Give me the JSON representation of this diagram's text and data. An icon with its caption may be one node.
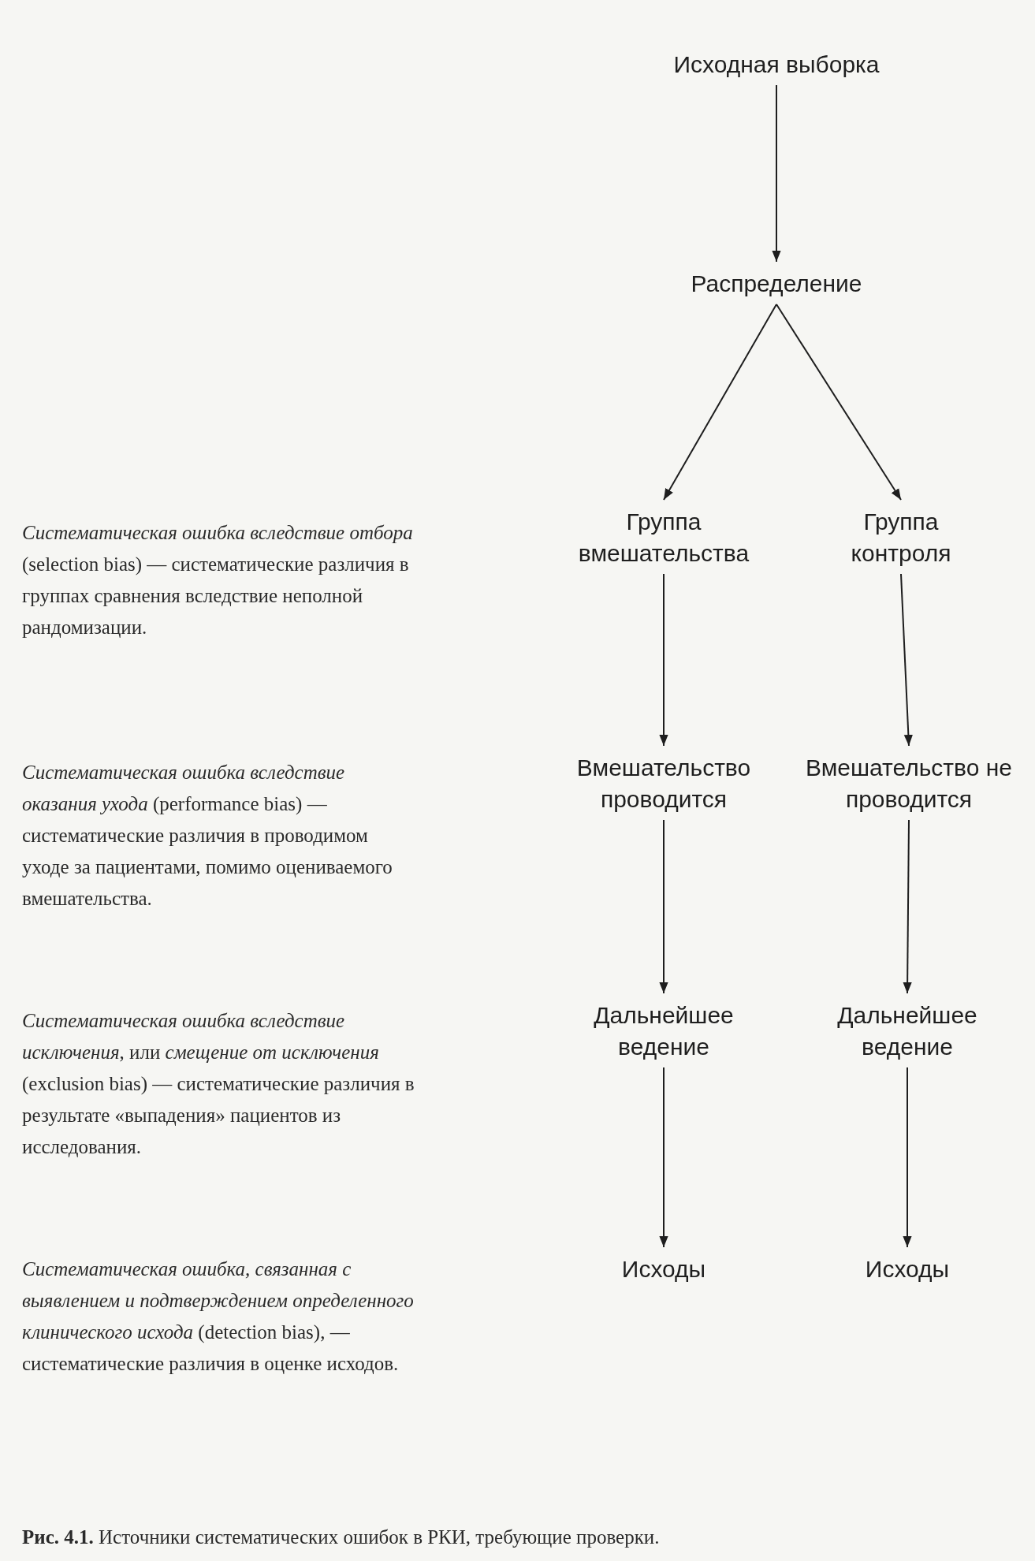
{
  "diagram": {
    "caption": "**Рис. 4.1.** Источники систематических ошибок в РКИ, требующие проверки.",
    "nodes": [
      {
        "text": [
          "Исходная выборка"
        ]
      },
      {
        "text": [
          "Распределение"
        ]
      },
      {
        "text": [
          "Группа вмешательства"
        ]
      },
      {
        "text": [
          "Группа контроля"
        ]
      },
      {
        "text": [
          "Вмешательство проводится"
        ]
      },
      {
        "text": [
          "Вмешательство не проводится"
        ]
      },
      {
        "text": [
          "Дальнейшее ведение"
        ]
      },
      {
        "text": [
          "Дальнейшее ведение"
        ]
      },
      {
        "text": [
          "Исходы"
        ]
      },
      {
        "text": [
          "Исходы"
        ]
      }
    ],
    "edges": [
      {
        "from": 0,
        "to": 1,
        "arrow": "to"
      },
      {
        "from": 1,
        "to": 2,
        "arrow": "to"
      },
      {
        "from": 1,
        "to": 3,
        "arrow": "to"
      },
      {
        "from": 2,
        "to": 4,
        "arrow": "to"
      },
      {
        "from": 3,
        "to": 5,
        "arrow": "to"
      },
      {
        "from": 4,
        "to": 6,
        "arrow": "to"
      },
      {
        "from": 5,
        "to": 7,
        "arrow": "to"
      },
      {
        "from": 6,
        "to": 8,
        "arrow": "to"
      },
      {
        "from": 7,
        "to": 9,
        "arrow": "to"
      }
    ],
    "labels": [
      "*Систематическая ошибка вследствие отбора* (selection bias) — систематические различия в группах сравнения вследствие неполной рандомизации.",
      "*Систематическая ошибка вследствие оказания ухода* (performance bias) — систематические различия в проводимом уходе за пациентами, помимо оцениваемого вмешательства.",
      "*Систематическая ошибка вследствие исключения*, или *смещение от исключения* (exclusion bias) — систематические различия в результате «выпадения» пациентов из исследования.",
      "*Систематическая ошибка, связанная с выявлением и подтверждением определенного клинического исхода* (detection bias), — систематические различия в оценке исходов."
    ]
  }
}
